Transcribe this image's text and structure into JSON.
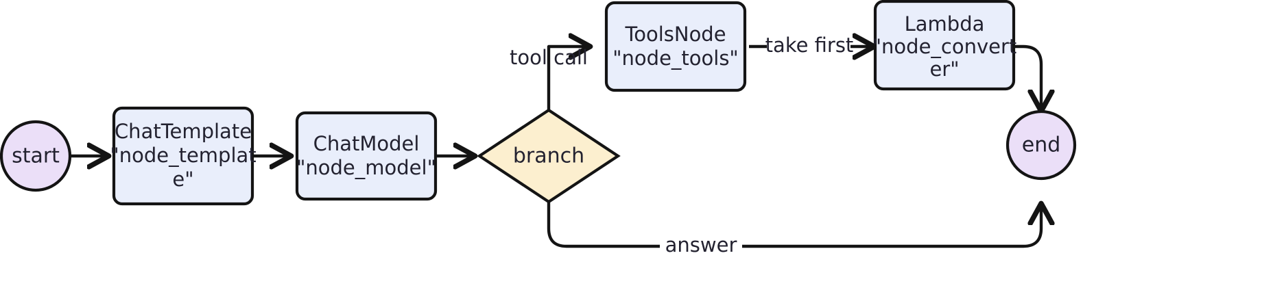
{
  "diagram": {
    "type": "flowchart",
    "direction": "left-to-right",
    "background_color": "#ffffff",
    "edge_color": "#141414",
    "text_color": "#232230",
    "nodes": [
      {
        "id": "start",
        "shape": "circle",
        "fill": "#ebdff8",
        "lines": [
          "start"
        ]
      },
      {
        "id": "node_template",
        "shape": "rounded-rect",
        "fill": "#e9eefb",
        "lines": [
          "ChatTemplate",
          "\"node_templat",
          "e\""
        ]
      },
      {
        "id": "node_model",
        "shape": "rounded-rect",
        "fill": "#e9eefb",
        "lines": [
          "ChatModel",
          "\"node_model\""
        ]
      },
      {
        "id": "branch",
        "shape": "diamond",
        "fill": "#fcefcf",
        "lines": [
          "branch"
        ]
      },
      {
        "id": "node_tools",
        "shape": "rounded-rect",
        "fill": "#e9eefb",
        "lines": [
          "ToolsNode",
          "\"node_tools\""
        ]
      },
      {
        "id": "node_converter",
        "shape": "rounded-rect",
        "fill": "#e9eefb",
        "lines": [
          "Lambda",
          "\"node_convert",
          "er\""
        ]
      },
      {
        "id": "end",
        "shape": "circle",
        "fill": "#ebdff8",
        "lines": [
          "end"
        ]
      }
    ],
    "edges": [
      {
        "from": "start",
        "to": "node_template",
        "label": ""
      },
      {
        "from": "node_template",
        "to": "node_model",
        "label": ""
      },
      {
        "from": "node_model",
        "to": "branch",
        "label": ""
      },
      {
        "from": "branch",
        "to": "node_tools",
        "label": "tool call"
      },
      {
        "from": "node_tools",
        "to": "node_converter",
        "label": "take first"
      },
      {
        "from": "node_converter",
        "to": "end",
        "label": ""
      },
      {
        "from": "branch",
        "to": "end",
        "label": "answer"
      }
    ]
  }
}
